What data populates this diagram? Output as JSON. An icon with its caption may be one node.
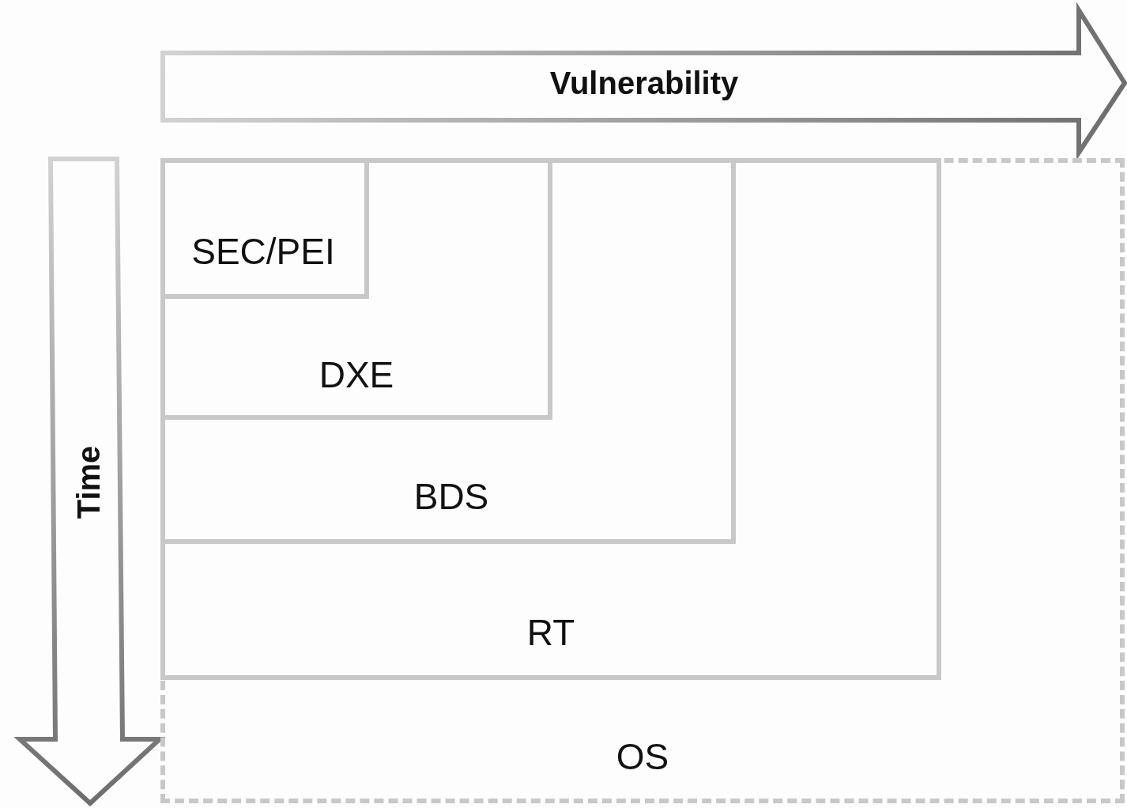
{
  "diagram": {
    "nodes": [
      {
        "text": [
          "Vulnerability"
        ]
      },
      {
        "text": [
          "Time"
        ]
      },
      {
        "text": [
          "OS"
        ]
      },
      {
        "text": [
          "RT"
        ],
        "in": 2
      },
      {
        "text": [
          "BDS"
        ],
        "in": 3
      },
      {
        "text": [
          "DXE"
        ],
        "in": 4
      },
      {
        "text": [
          "SEC/PEI"
        ],
        "in": 5
      }
    ]
  }
}
